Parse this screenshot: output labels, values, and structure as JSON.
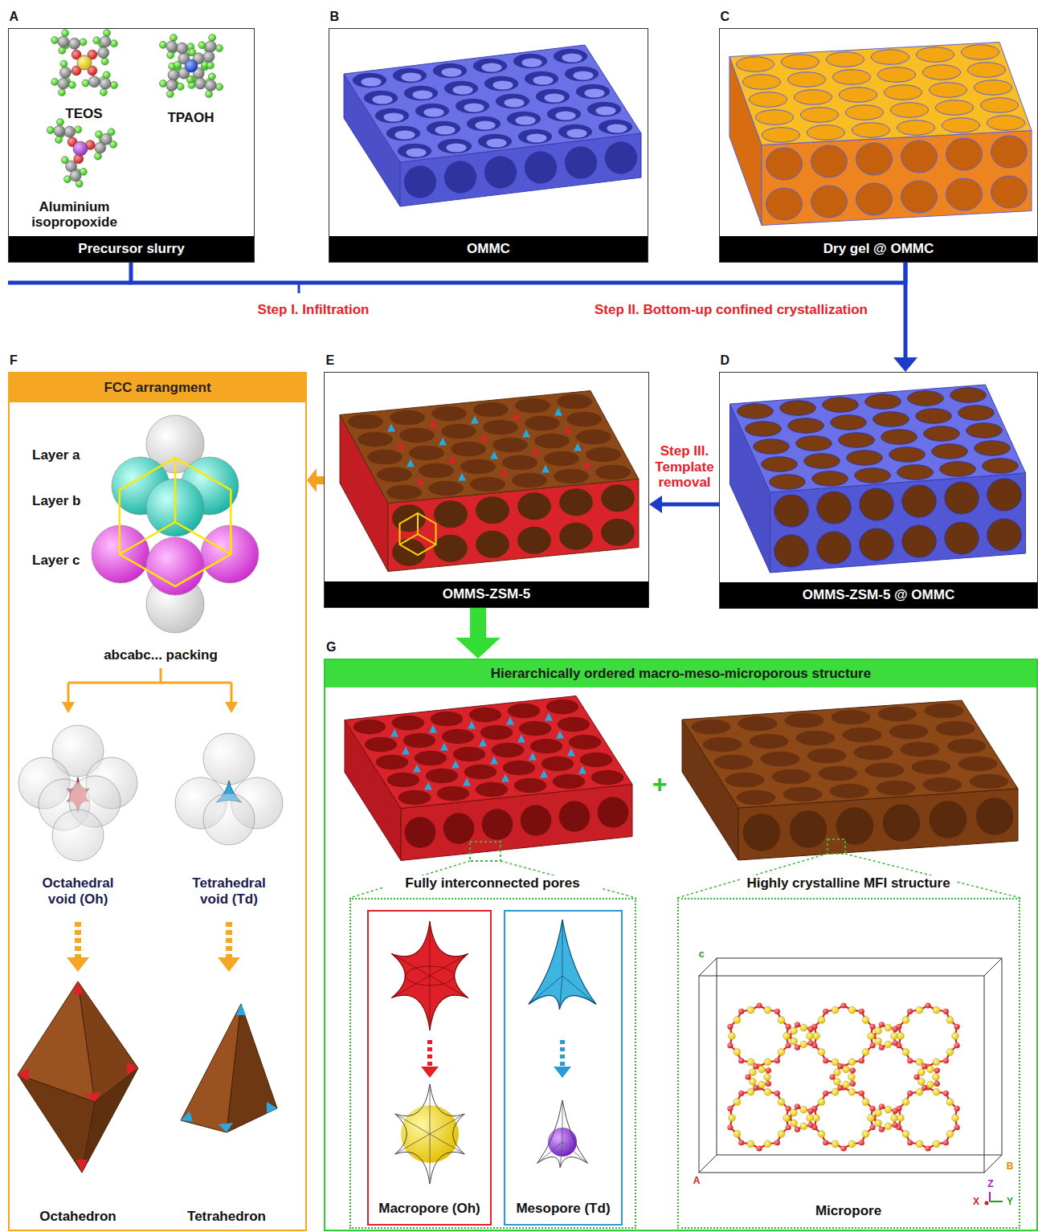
{
  "diagram": {
    "nodes": [
      {
        "text": [
          "A",
          "TEOS",
          "TPAOH",
          "Aluminium isopropoxide",
          "Precursor slurry"
        ]
      },
      {
        "text": [
          "B",
          "OMMC"
        ]
      },
      {
        "text": [
          "C",
          "Dry gel @ OMMC"
        ]
      },
      {
        "text": [
          "D",
          "OMMS-ZSM-5 @ OMMC"
        ]
      },
      {
        "text": [
          "E",
          "OMMS-ZSM-5"
        ]
      },
      {
        "text": [
          "F",
          "FCC arrangment",
          "Layer a",
          "Layer b",
          "Layer c",
          "abcabc... packing",
          "Octahedral void (Oh)",
          "Tetrahedral void (Td)",
          "Octahedron",
          "Tetrahedron"
        ]
      },
      {
        "text": [
          "G",
          "Hierarchically ordered macro-meso-microporous structure",
          "+"
        ]
      },
      {
        "text": [
          "Fully interconnected pores"
        ],
        "in": 6
      },
      {
        "text": [
          "Macropore (Oh)"
        ],
        "in": 7
      },
      {
        "text": [
          "Mesopore (Td)"
        ],
        "in": 7
      },
      {
        "text": [
          "Highly crystalline MFI structure",
          "Micropore"
        ],
        "in": 6
      }
    ],
    "edges": [
      {
        "from": 0,
        "to": 2,
        "label": "Step I. Infiltration",
        "arrow": "none"
      },
      {
        "from": 2,
        "to": 3,
        "label": "Step II. Bottom-up confined crystallization",
        "arrow": "to"
      },
      {
        "from": 3,
        "to": 4,
        "label": "Step III. Template removal",
        "arrow": "to"
      },
      {
        "from": 4,
        "to": 5,
        "arrow": "to"
      },
      {
        "from": 4,
        "to": 6,
        "arrow": "to"
      }
    ],
    "labels": [
      "c",
      "A",
      "B",
      "Z",
      "X",
      "Y"
    ]
  }
}
